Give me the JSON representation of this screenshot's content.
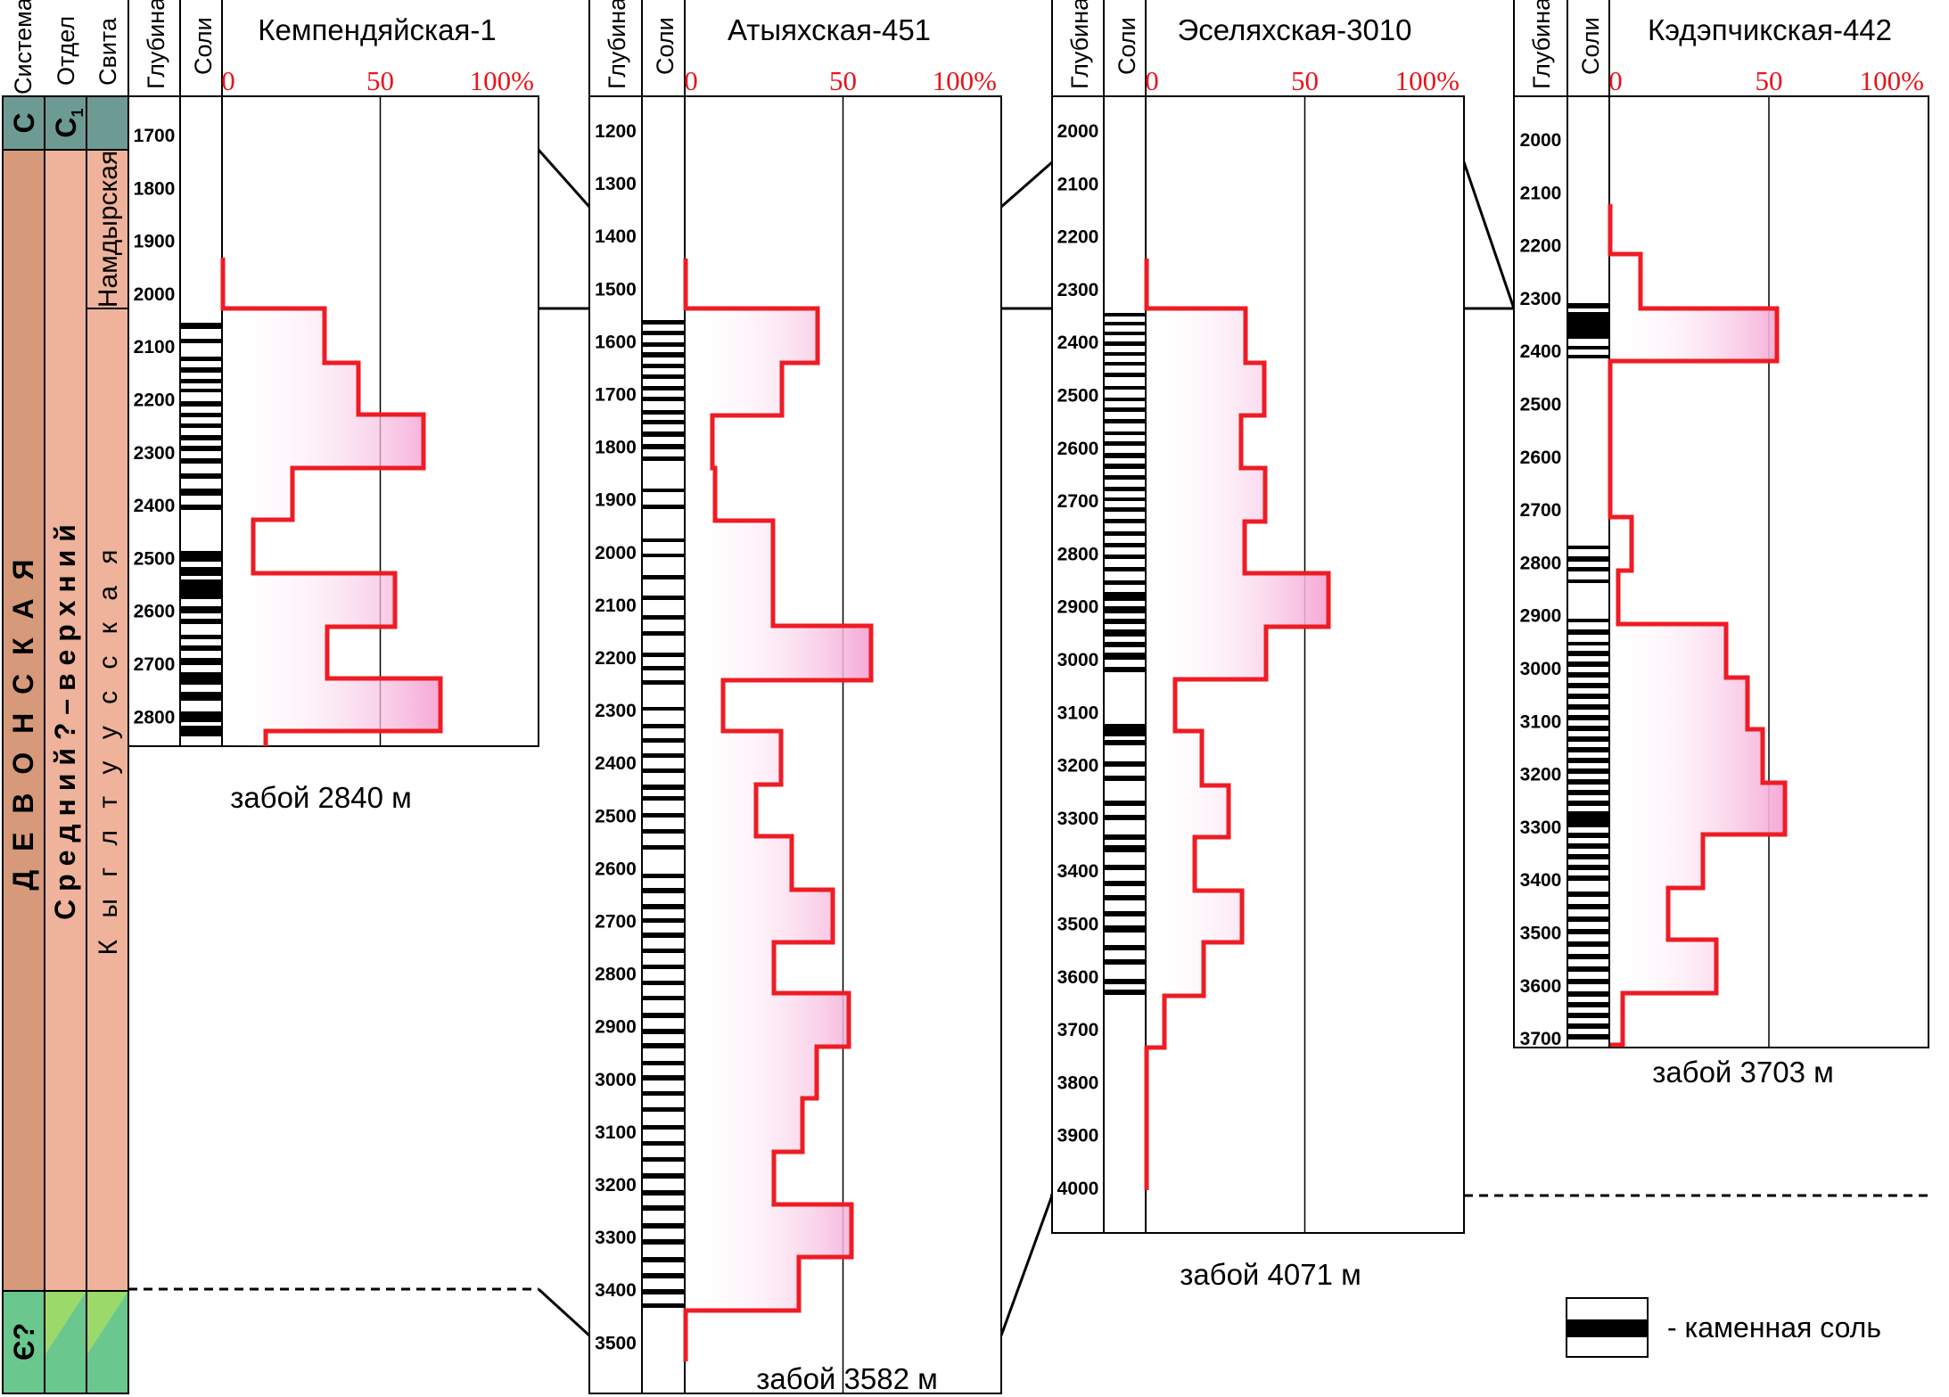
{
  "headers": {
    "sistema": "Система",
    "otdel": "Отдел",
    "svita": "Свита",
    "depth": "Глубина",
    "salt": "Соли"
  },
  "strat": {
    "system_carb": "С",
    "dept_carb": "С",
    "dept_carb_sub": "1",
    "system_dev": "Д Е В О Н С К А Я",
    "dept_dev": "С р е д н и й ? – в е р х н и й",
    "svita_namdyr": "Намдырская",
    "svita_kyg": "К ы г л т у у с с к а я",
    "system_camb": "Є?"
  },
  "pct_labels": [
    "0",
    "50",
    "100%"
  ],
  "wells": [
    {
      "name": "Кемпендяйская-1",
      "depth_labels": [
        "1700",
        "1800",
        "1900",
        "2000",
        "2100",
        "2200",
        "2300",
        "2400",
        "2500",
        "2600",
        "2700",
        "2800"
      ],
      "bottom_note": "забой 2840 м"
    },
    {
      "name": "Атыяхская-451",
      "depth_labels": [
        "1200",
        "1300",
        "1400",
        "1500",
        "1600",
        "1700",
        "1800",
        "1900",
        "2000",
        "2100",
        "2200",
        "2300",
        "2400",
        "2500",
        "2600",
        "2700",
        "2800",
        "2900",
        "3000",
        "3100",
        "3200",
        "3300",
        "3400",
        "3500"
      ],
      "bottom_note": "забой 3582 м"
    },
    {
      "name": "Эселяхская-3010",
      "depth_labels": [
        "2000",
        "2100",
        "2200",
        "2300",
        "2400",
        "2500",
        "2600",
        "2700",
        "2800",
        "2900",
        "3000",
        "3100",
        "3200",
        "3300",
        "3400",
        "3500",
        "3600",
        "3700",
        "3800",
        "3900",
        "4000"
      ],
      "bottom_note": "забой 4071 м"
    },
    {
      "name": "Кэдэпчикская-442",
      "depth_labels": [
        "2000",
        "2100",
        "2200",
        "2300",
        "2400",
        "2500",
        "2600",
        "2700",
        "2800",
        "2900",
        "3000",
        "3100",
        "3200",
        "3300",
        "3400",
        "3500",
        "3600",
        "3700"
      ],
      "bottom_note": "забой 3703 м"
    }
  ],
  "legend": {
    "label": "- каменная соль"
  },
  "colors": {
    "carboniferous": "#6e9a94",
    "devonian_system": "#d6997a",
    "devonian_dept": "#eeb39a",
    "cambrian_a": "#9bd96a",
    "cambrian_b": "#6ac78d",
    "curve": "#ee1c24",
    "fill": "#f5a9d6",
    "percent_text": "#e8141b"
  }
}
